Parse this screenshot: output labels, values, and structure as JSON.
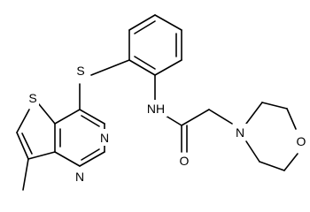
{
  "molecule": {
    "description_visible_atoms": true,
    "atoms": {
      "S_thioether": "S",
      "S_thiophene": "S",
      "N_pyrimidine_upper": "N",
      "N_pyrimidine_lower": "N",
      "N_amide": "NH",
      "O_carbonyl": "O",
      "N_morpholine": "N",
      "O_morpholine": "O"
    }
  },
  "colors": {
    "bond": "#000000",
    "text": "#000000",
    "background": "#ffffff"
  }
}
